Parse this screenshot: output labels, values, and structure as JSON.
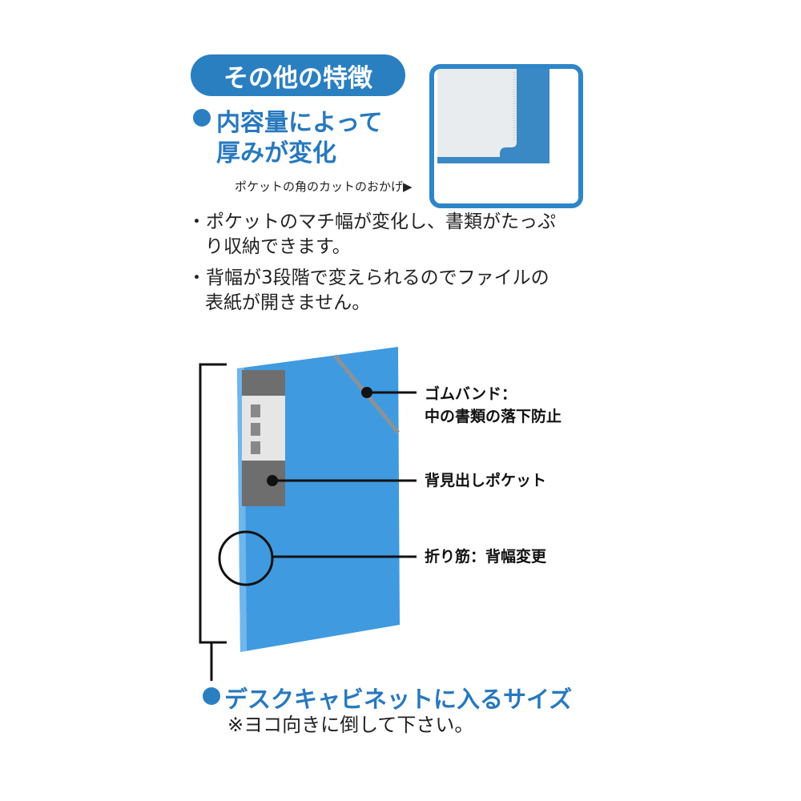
{
  "header": {
    "title": "その他の特徴"
  },
  "feature1": {
    "line1": "内容量によって",
    "line2": "厚みが変化",
    "caption": "ポケットの角のカットのおかげ▶"
  },
  "bullets": [
    {
      "line1": "・ポケットのマチ幅が変化し、書類がたっぷ",
      "line2": "り収納できます。"
    },
    {
      "line1": "・背幅が3段階で変えられるのでファイルの",
      "line2": "表紙が開きません。"
    }
  ],
  "callouts": {
    "band_line1": "ゴムバンド：",
    "band_line2": "中の書類の落下防止",
    "spine_pocket": "背見出しポケット",
    "fold": "折り筋：背幅変更"
  },
  "feature2": {
    "title": "デスクキャビネットに入るサイズ",
    "note": "※ヨコ向きに倒して下さい。"
  },
  "colors": {
    "accent": "#2a7fc1",
    "folder": "#3f9ae0"
  }
}
